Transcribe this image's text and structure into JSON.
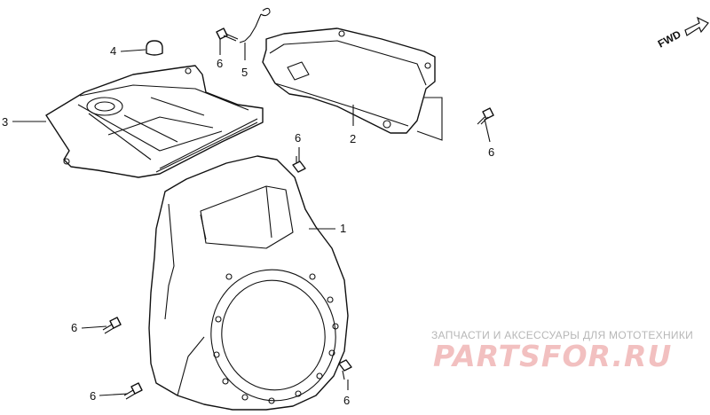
{
  "diagram": {
    "direction_label": "FWD",
    "callouts": {
      "shroud": "1",
      "cover": "2",
      "plate": "3",
      "cap": "4",
      "clip": "5",
      "bolt_top": "6",
      "bolt_right": "6",
      "bolt_mid": "6",
      "bolt_left1": "6",
      "bolt_left2": "6",
      "bolt_bottom": "6"
    }
  },
  "watermark": {
    "tagline": "ЗАПЧАСТИ И АКСЕССУАРЫ ДЛЯ МОТОТЕХНИКИ",
    "brand": "PARTSFOR.RU"
  }
}
